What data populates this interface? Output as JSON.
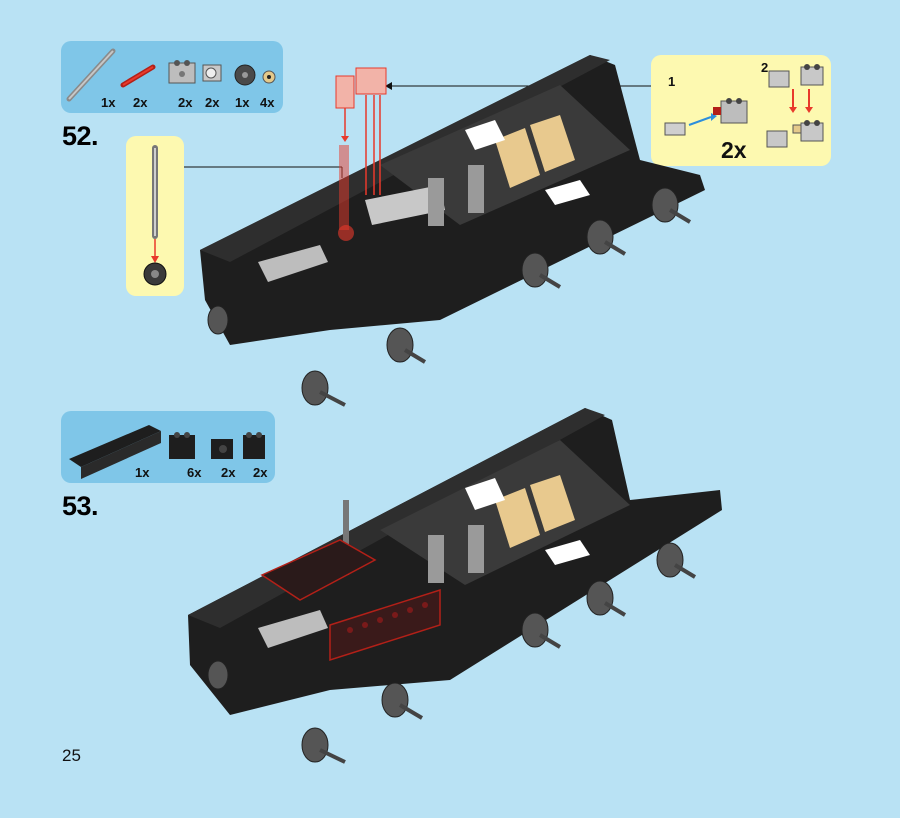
{
  "page_number": "25",
  "step52": {
    "number": "52.",
    "parts": [
      {
        "name": "grey axle",
        "qty": "1x"
      },
      {
        "name": "red axle",
        "qty": "2x"
      },
      {
        "name": "light grey technic brick",
        "qty": "2x"
      },
      {
        "name": "light grey connector",
        "qty": "2x"
      },
      {
        "name": "dark gear",
        "qty": "1x"
      },
      {
        "name": "tan bush",
        "qty": "4x"
      }
    ],
    "subassembly": {
      "step1": "1",
      "step2": "2",
      "multiplier": "2x"
    }
  },
  "step53": {
    "number": "53.",
    "parts": [
      {
        "name": "black technic beam 1x8",
        "qty": "1x"
      },
      {
        "name": "black brick with studs",
        "qty": "6x"
      },
      {
        "name": "black brick with side stud",
        "qty": "2x"
      },
      {
        "name": "black brick",
        "qty": "2x"
      }
    ]
  },
  "colors": {
    "background": "#b9e2f4",
    "parts_callout": "#7fc6e8",
    "sub_callout": "#fdf9b0",
    "highlight_red": "#e8392b"
  }
}
